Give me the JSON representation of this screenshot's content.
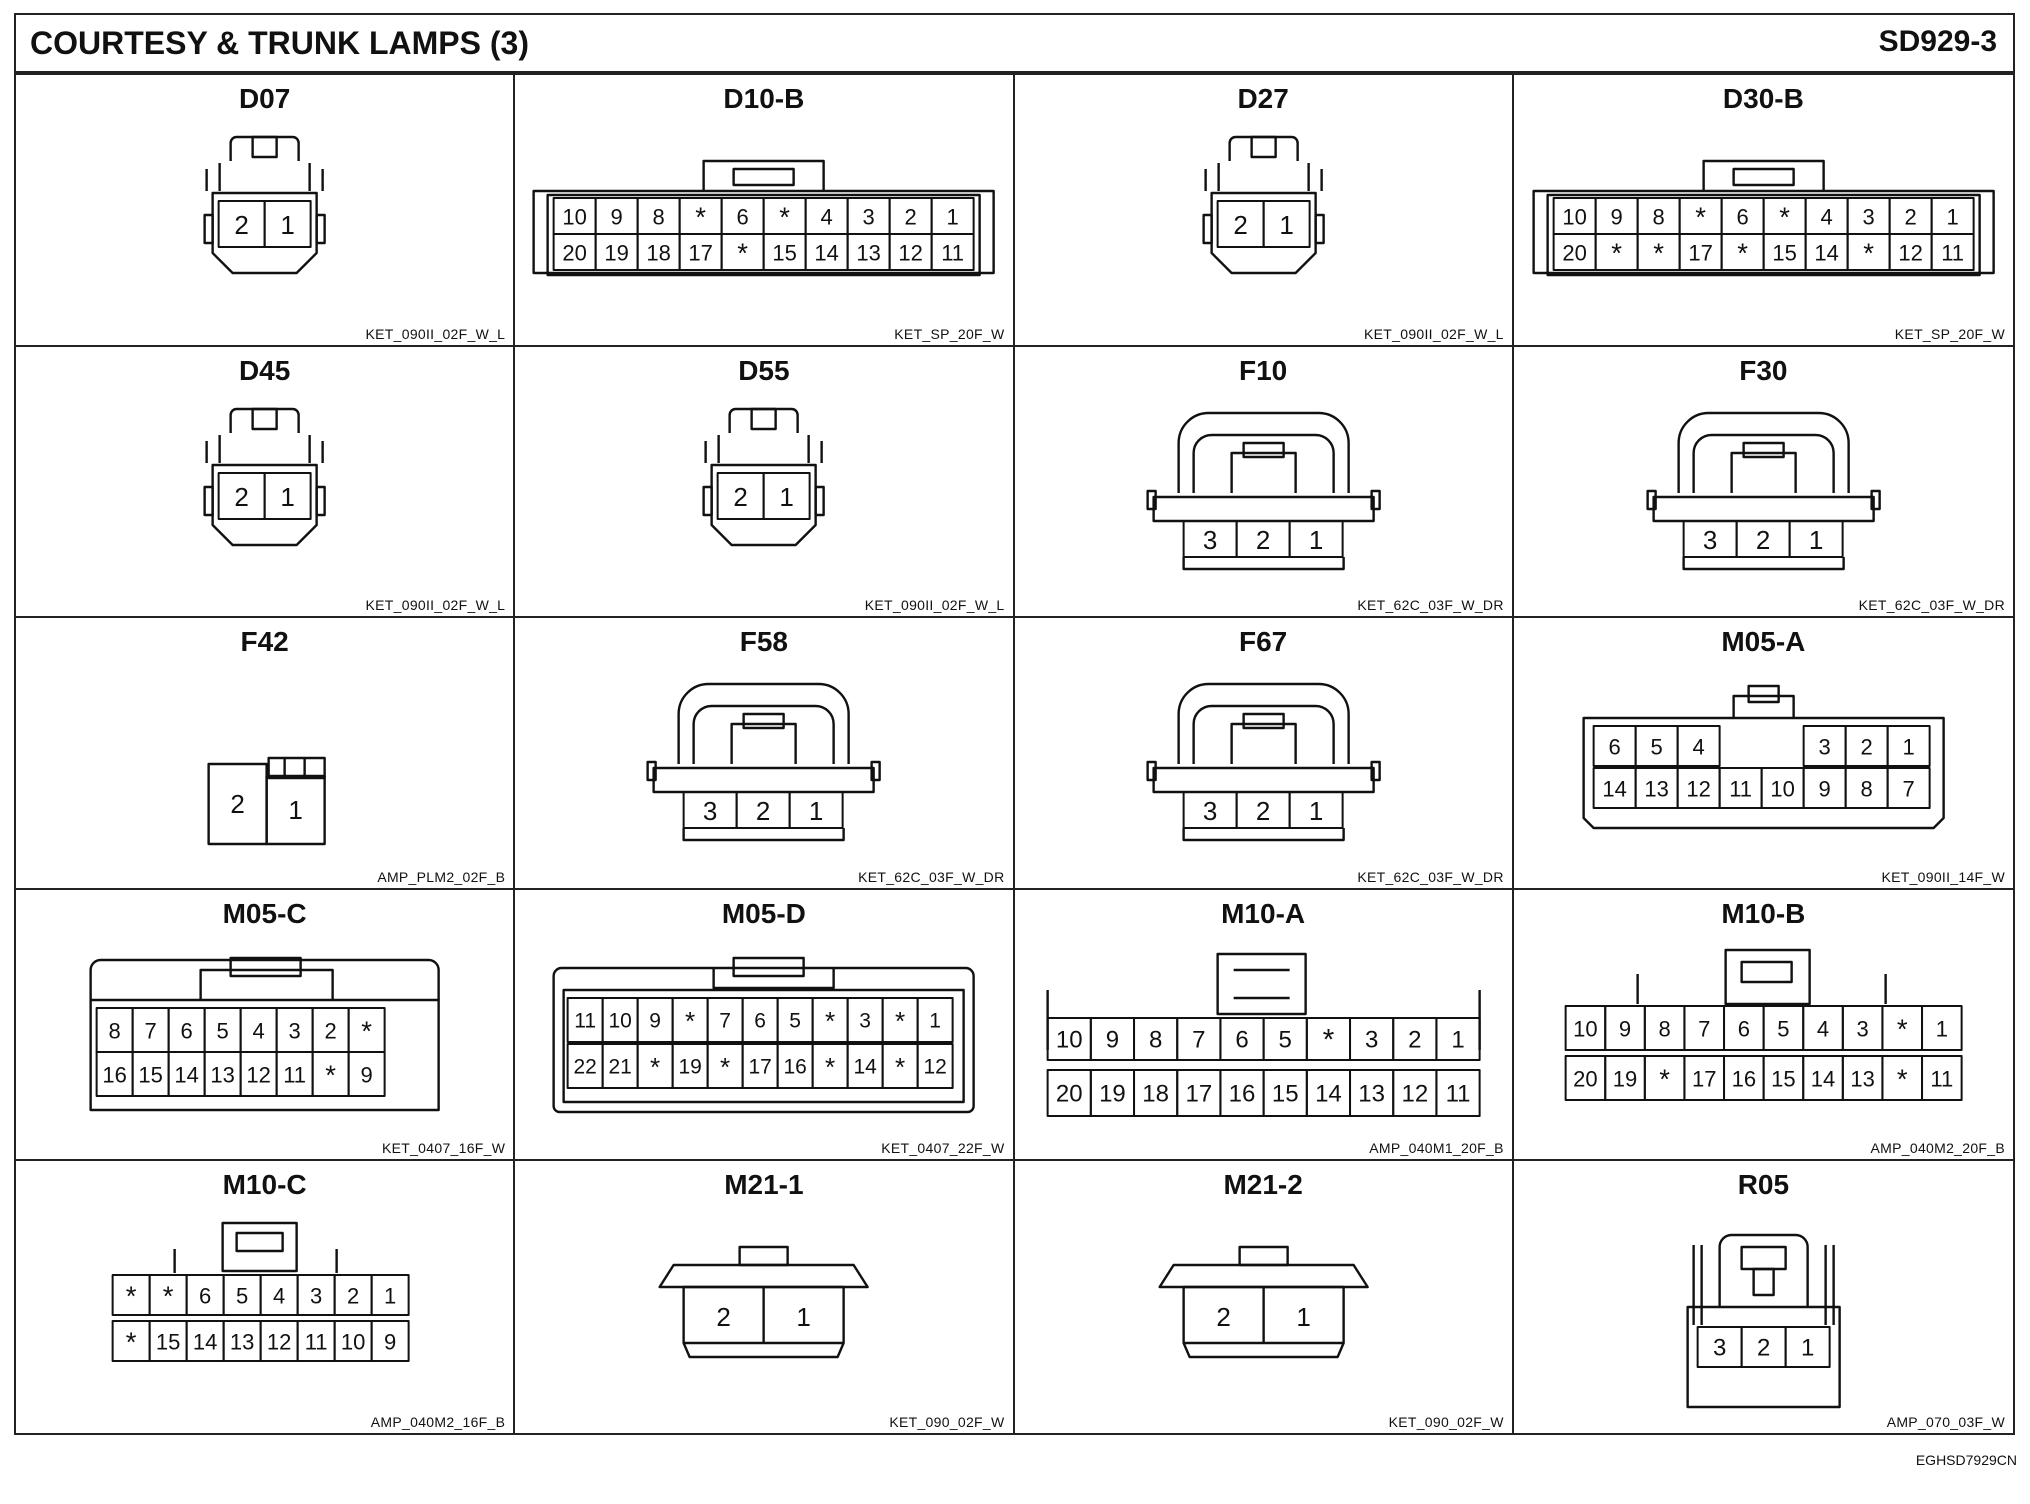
{
  "header": {
    "title": "COURTESY & TRUNK LAMPS (3)",
    "code": "SD929-3"
  },
  "footer": {
    "code": "EGHSD7929CN"
  },
  "connectors": [
    {
      "name": "D07",
      "code": "KET_090II_02F_W_L",
      "shape": "mini2",
      "rows": [
        [
          "2",
          "1"
        ]
      ]
    },
    {
      "name": "D10-B",
      "code": "KET_SP_20F_W",
      "shape": "sp20",
      "rows": [
        [
          "10",
          "9",
          "8",
          "*",
          "6",
          "*",
          "4",
          "3",
          "2",
          "1"
        ],
        [
          "20",
          "19",
          "18",
          "17",
          "*",
          "15",
          "14",
          "13",
          "12",
          "11"
        ]
      ]
    },
    {
      "name": "D27",
      "code": "KET_090II_02F_W_L",
      "shape": "mini2",
      "rows": [
        [
          "2",
          "1"
        ]
      ]
    },
    {
      "name": "D30-B",
      "code": "KET_SP_20F_W",
      "shape": "sp20",
      "rows": [
        [
          "10",
          "9",
          "8",
          "*",
          "6",
          "*",
          "4",
          "3",
          "2",
          "1"
        ],
        [
          "20",
          "*",
          "*",
          "17",
          "*",
          "15",
          "14",
          "*",
          "12",
          "11"
        ]
      ]
    },
    {
      "name": "D45",
      "code": "KET_090II_02F_W_L",
      "shape": "mini2",
      "rows": [
        [
          "2",
          "1"
        ]
      ]
    },
    {
      "name": "D55",
      "code": "KET_090II_02F_W_L",
      "shape": "mini2",
      "rows": [
        [
          "2",
          "1"
        ]
      ]
    },
    {
      "name": "F10",
      "code": "KET_62C_03F_W_DR",
      "shape": "dr3",
      "rows": [
        [
          "3",
          "2",
          "1"
        ]
      ]
    },
    {
      "name": "F30",
      "code": "KET_62C_03F_W_DR",
      "shape": "dr3",
      "rows": [
        [
          "3",
          "2",
          "1"
        ]
      ]
    },
    {
      "name": "F42",
      "code": "AMP_PLM2_02F_B",
      "shape": "plm2",
      "rows": [
        [
          "2",
          "1"
        ]
      ]
    },
    {
      "name": "F58",
      "code": "KET_62C_03F_W_DR",
      "shape": "dr3",
      "rows": [
        [
          "3",
          "2",
          "1"
        ]
      ]
    },
    {
      "name": "F67",
      "code": "KET_62C_03F_W_DR",
      "shape": "dr3",
      "rows": [
        [
          "3",
          "2",
          "1"
        ]
      ]
    },
    {
      "name": "M05-A",
      "code": "KET_090II_14F_W",
      "shape": "k14",
      "rows": [
        [
          "6",
          "5",
          "4",
          "",
          "",
          "3",
          "2",
          "1"
        ],
        [
          "14",
          "13",
          "12",
          "11",
          "10",
          "9",
          "8",
          "7"
        ]
      ]
    },
    {
      "name": "M05-C",
      "code": "KET_0407_16F_W",
      "shape": "k16",
      "rows": [
        [
          "8",
          "7",
          "6",
          "5",
          "4",
          "3",
          "2",
          "*"
        ],
        [
          "16",
          "15",
          "14",
          "13",
          "12",
          "11",
          "*",
          "9"
        ]
      ]
    },
    {
      "name": "M05-D",
      "code": "KET_0407_22F_W",
      "shape": "k22",
      "rows": [
        [
          "11",
          "10",
          "9",
          "*",
          "7",
          "6",
          "5",
          "*",
          "3",
          "*",
          "1"
        ],
        [
          "22",
          "21",
          "*",
          "19",
          "*",
          "17",
          "16",
          "*",
          "14",
          "*",
          "12"
        ]
      ]
    },
    {
      "name": "M10-A",
      "code": "AMP_040M1_20F_B",
      "shape": "a20",
      "rows": [
        [
          "10",
          "9",
          "8",
          "7",
          "6",
          "5",
          "*",
          "3",
          "2",
          "1"
        ],
        [
          "20",
          "19",
          "18",
          "17",
          "16",
          "15",
          "14",
          "13",
          "12",
          "11"
        ]
      ]
    },
    {
      "name": "M10-B",
      "code": "AMP_040M2_20F_B",
      "shape": "b20",
      "rows": [
        [
          "10",
          "9",
          "8",
          "7",
          "6",
          "5",
          "4",
          "3",
          "*",
          "1"
        ],
        [
          "20",
          "19",
          "*",
          "17",
          "16",
          "15",
          "14",
          "13",
          "*",
          "11"
        ]
      ]
    },
    {
      "name": "M10-C",
      "code": "AMP_040M2_16F_B",
      "shape": "b16",
      "rows": [
        [
          "*",
          "*",
          "6",
          "5",
          "4",
          "3",
          "2",
          "1"
        ],
        [
          "*",
          "15",
          "14",
          "13",
          "12",
          "11",
          "10",
          "9"
        ]
      ]
    },
    {
      "name": "M21-1",
      "code": "KET_090_02F_W",
      "shape": "k2",
      "rows": [
        [
          "2",
          "1"
        ]
      ]
    },
    {
      "name": "M21-2",
      "code": "KET_090_02F_W",
      "shape": "k2",
      "rows": [
        [
          "2",
          "1"
        ]
      ]
    },
    {
      "name": "R05",
      "code": "AMP_070_03F_W",
      "shape": "a3",
      "rows": [
        [
          "3",
          "2",
          "1"
        ]
      ]
    }
  ]
}
